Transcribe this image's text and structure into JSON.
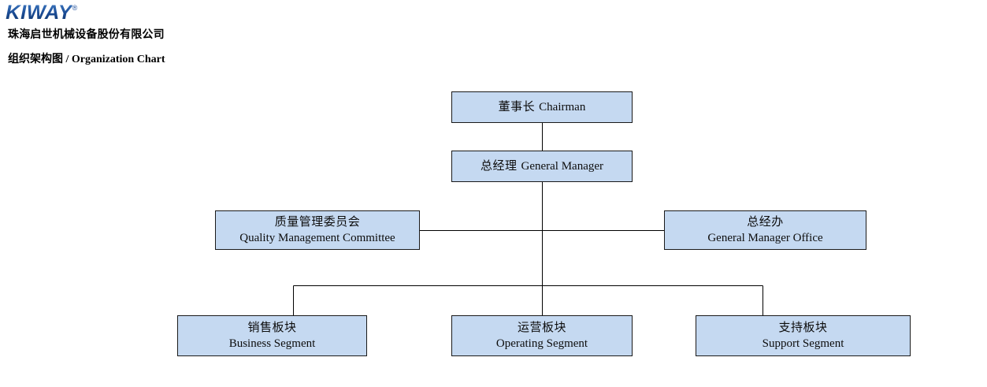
{
  "header": {
    "logo": {
      "name": "KIWAY",
      "trademark": "®",
      "color": "#1e4f9c"
    },
    "company_name": "珠海启世机械设备股份有限公司",
    "subtitle_cn": "组织架构图",
    "subtitle_en": "/ Organization Chart"
  },
  "theme": {
    "node_fill": "#c5d9f1",
    "node_border": "#1a1a1a",
    "connector_color": "#000000",
    "page_background": "#ffffff",
    "text_color": "#0d0d0d"
  },
  "chart_data": {
    "type": "diagram",
    "title": "组织架构图 / Organization Chart",
    "nodes": [
      {
        "id": "chairman",
        "cn": "董事长",
        "en": "Chairman",
        "level": 1,
        "layout": "inline"
      },
      {
        "id": "general-manager",
        "cn": "总经理",
        "en": "General Manager",
        "level": 2,
        "layout": "inline"
      },
      {
        "id": "qmc",
        "cn": "质量管理委员会",
        "en": "Quality Management Committee",
        "level": 3,
        "layout": "stacked"
      },
      {
        "id": "gmo",
        "cn": "总经办",
        "en": "General Manager Office",
        "level": 3,
        "layout": "stacked"
      },
      {
        "id": "business",
        "cn": "销售板块",
        "en": "Business Segment",
        "level": 4,
        "layout": "stacked"
      },
      {
        "id": "operating",
        "cn": "运营板块",
        "en": "Operating Segment",
        "level": 4,
        "layout": "stacked"
      },
      {
        "id": "support",
        "cn": "支持板块",
        "en": "Support Segment",
        "level": 4,
        "layout": "stacked"
      }
    ],
    "edges": [
      {
        "from": "chairman",
        "to": "general-manager"
      },
      {
        "from": "general-manager",
        "to": "qmc"
      },
      {
        "from": "general-manager",
        "to": "gmo"
      },
      {
        "from": "general-manager",
        "to": "business"
      },
      {
        "from": "general-manager",
        "to": "operating"
      },
      {
        "from": "general-manager",
        "to": "support"
      }
    ]
  }
}
